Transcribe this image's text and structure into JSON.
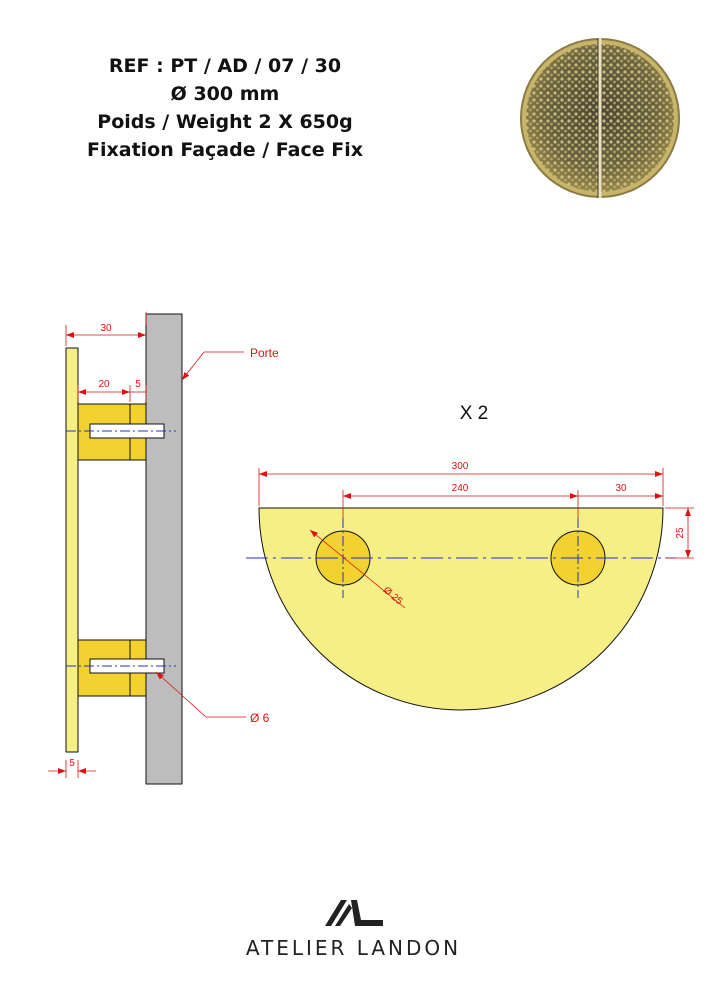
{
  "spec": {
    "ref": "REF : PT / AD / 07 / 30",
    "diameter": "Ø 300 mm",
    "weight": "Poids /  Weight 2 X 650g",
    "fixing": "Fixation Façade / Face Fix"
  },
  "side_view": {
    "dim_total": "30",
    "dim_a": "20",
    "dim_b": "5",
    "dim_plate": "5",
    "door_label": "Porte",
    "bolt_label": "Ø 6"
  },
  "front_view": {
    "multiplier": "X 2",
    "dim_width": "300",
    "dim_centers": "240",
    "dim_edge": "30",
    "dim_height": "25",
    "dim_hole": "Ø 25"
  },
  "brand": {
    "logo_letters": "AL",
    "name": "ATELIER LANDON"
  },
  "colors": {
    "brass": "#f6ef86",
    "brass_dark": "#f2d230",
    "door": "#bdbdbd",
    "dimension": "#d11111",
    "axis": "#2233cc"
  }
}
